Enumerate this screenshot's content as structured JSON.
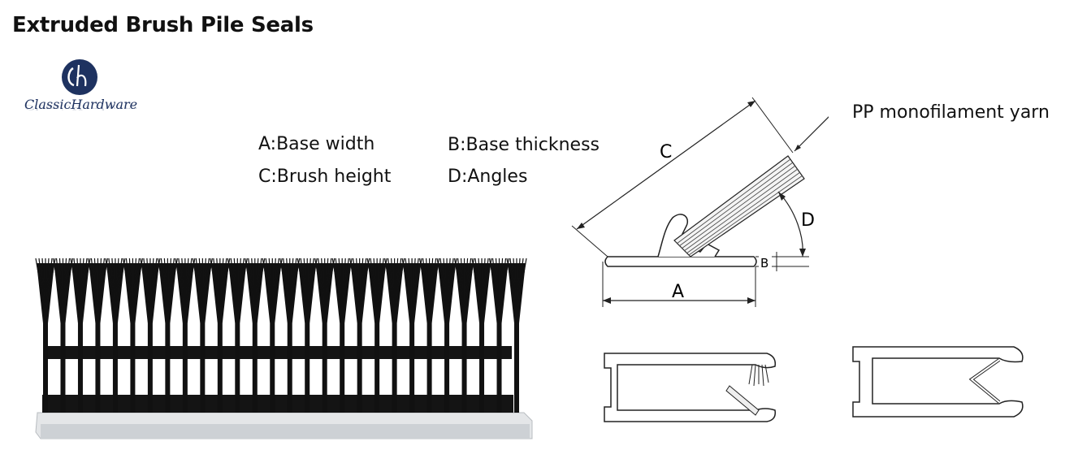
{
  "title": "Extruded Brush Pile Seals",
  "logo": {
    "text": "ClassicHardware",
    "icon": "ch-monogram-circle-icon",
    "color": "#1e3260"
  },
  "legend": {
    "a": "A:Base width",
    "b": "B:Base thickness",
    "c": "C:Brush height",
    "d": "D:Angles"
  },
  "diagram": {
    "callout": "PP monofilament yarn",
    "labels": {
      "a": "A",
      "b": "B",
      "c": "C",
      "d": "D"
    }
  },
  "colors": {
    "bristle": "#111111",
    "base": "#d4d8dc",
    "line": "#222222"
  }
}
